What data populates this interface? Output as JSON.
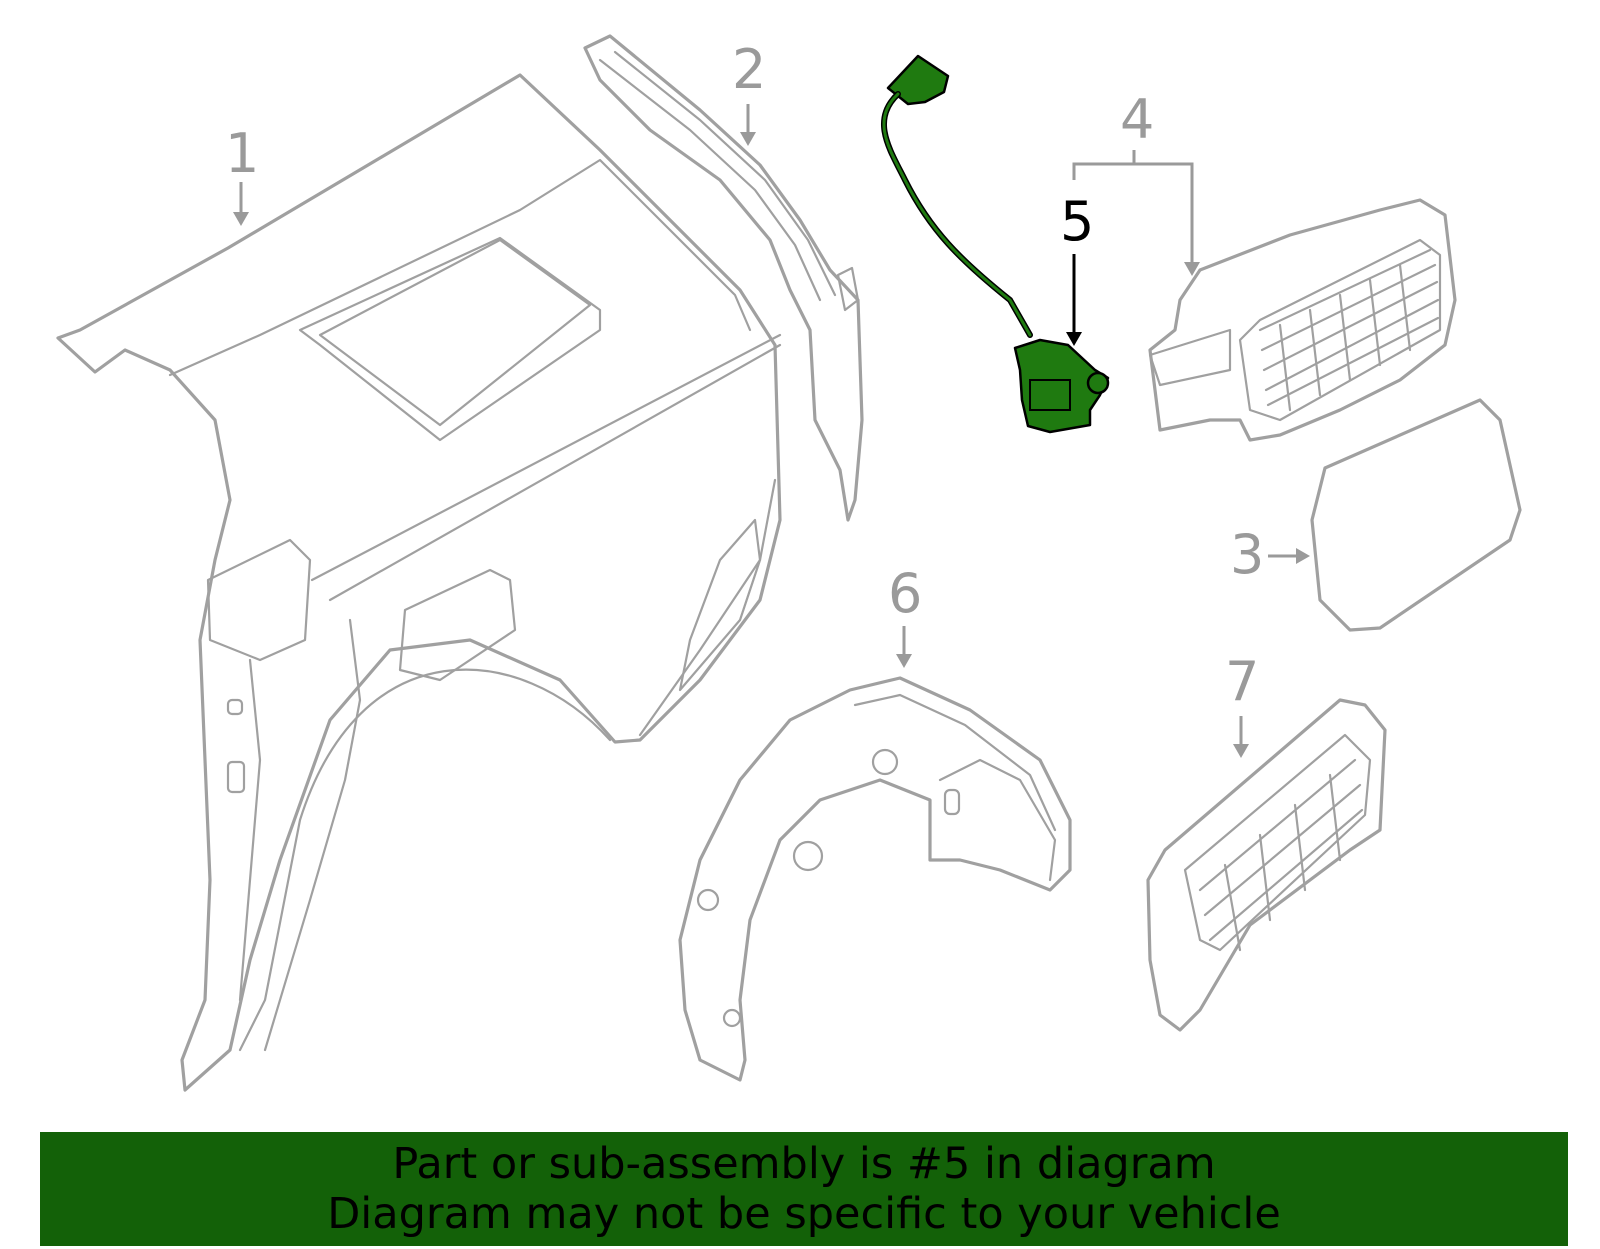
{
  "callouts": [
    {
      "id": "1",
      "label": "1"
    },
    {
      "id": "2",
      "label": "2"
    },
    {
      "id": "3",
      "label": "3"
    },
    {
      "id": "4",
      "label": "4"
    },
    {
      "id": "5",
      "label": "5"
    },
    {
      "id": "6",
      "label": "6"
    },
    {
      "id": "7",
      "label": "7"
    }
  ],
  "highlighted_part": "5",
  "colors": {
    "highlight_part": "#1f7a10",
    "banner_bg": "#136108",
    "line_art": "#a0a0a0"
  },
  "banner": {
    "line1": "Part or sub-assembly is #5 in diagram",
    "line2": "Diagram may not be specific to your vehicle"
  }
}
